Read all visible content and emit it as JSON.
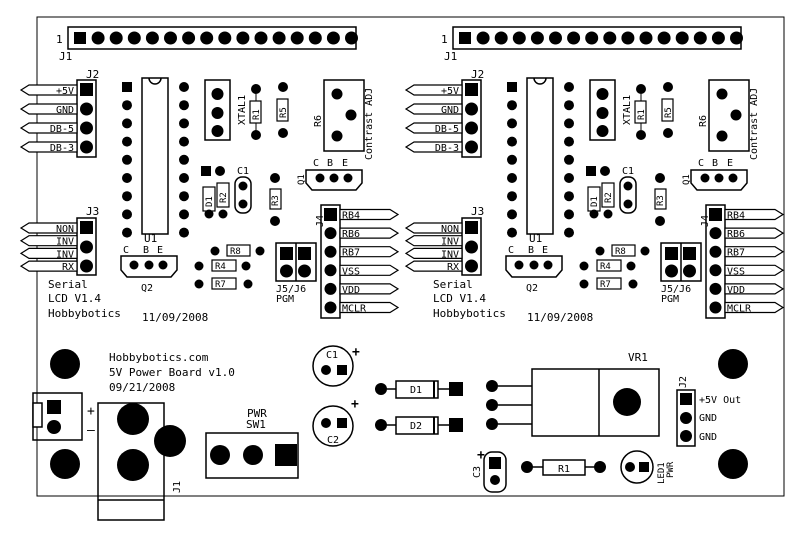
{
  "lcd_boards": [
    {
      "id": "left",
      "labels": {
        "j1": "J1",
        "j1_pin1": "1",
        "j2": "J2",
        "j2_pins": [
          "+5V",
          "GND",
          "DB-5",
          "DB-3"
        ],
        "j3": "J3",
        "j3_pins": [
          "NON",
          "INV",
          "INV",
          "RX"
        ],
        "j4": "J4",
        "j4_pins": [
          "RB4",
          "RB6",
          "RB7",
          "VSS",
          "VDD",
          "MCLR"
        ],
        "u1": "U1",
        "xtal": "XTAL1",
        "r1": "R1",
        "r2": "R2",
        "r3": "R3",
        "r4": "R4",
        "r5": "R5",
        "r7": "R7",
        "r8": "R8",
        "r6": "R6",
        "contrast": "Contrast ADJ",
        "d1": "D1",
        "d2": "D1",
        "c1": "C1",
        "q1": "Q1",
        "q2": "Q2",
        "cbe1": [
          "C",
          "B",
          "E"
        ],
        "cbe2": [
          "C",
          "B",
          "E"
        ],
        "pgm1": "J5/J6",
        "pgm2": "PGM",
        "serial": "Serial",
        "version": "LCD V1.4",
        "maker": "Hobbybotics",
        "date": "11/09/2008"
      }
    },
    {
      "id": "right",
      "labels": {
        "j1": "J1",
        "j1_pin1": "1",
        "j2": "J2",
        "j2_pins": [
          "+5V",
          "GND",
          "DB-5",
          "DB-3"
        ],
        "j3": "J3",
        "j3_pins": [
          "NON",
          "INV",
          "INV",
          "RX"
        ],
        "j4": "J4",
        "j4_pins": [
          "RB4",
          "RB6",
          "RB7",
          "VSS",
          "VDD",
          "MCLR"
        ],
        "u1": "U1",
        "xtal": "XTAL1",
        "r1": "R1",
        "r2": "R2",
        "r3": "R3",
        "r4": "R4",
        "r5": "R5",
        "r7": "R7",
        "r8": "R8",
        "r6": "R6",
        "contrast": "Contrast ADJ",
        "d1": "D1",
        "d2": "D1",
        "c1": "C1",
        "q1": "Q1",
        "q2": "Q2",
        "cbe1": [
          "C",
          "B",
          "E"
        ],
        "cbe2": [
          "C",
          "B",
          "E"
        ],
        "pgm1": "J5/J6",
        "pgm2": "PGM",
        "serial": "Serial",
        "version": "LCD V1.4",
        "maker": "Hobbybotics",
        "date": "11/09/2008"
      }
    }
  ],
  "power_board": {
    "title_lines": [
      "Hobbybotics.com",
      "5V Power Board v1.0",
      "09/21/2008"
    ],
    "plus": "+",
    "minus": "–",
    "j1": "J1",
    "pwr": "PWR",
    "sw1": "SW1",
    "c1": "C1",
    "c2": "C2",
    "c3": "C3",
    "polarity": "+",
    "d1": "D1",
    "d2": "D2",
    "vr1": "VR1",
    "r1": "R1",
    "led": "LED1",
    "led_pwr": "PWR",
    "j2": "J2",
    "j2_pins": [
      "+5V Out",
      "GND",
      "GND"
    ]
  }
}
